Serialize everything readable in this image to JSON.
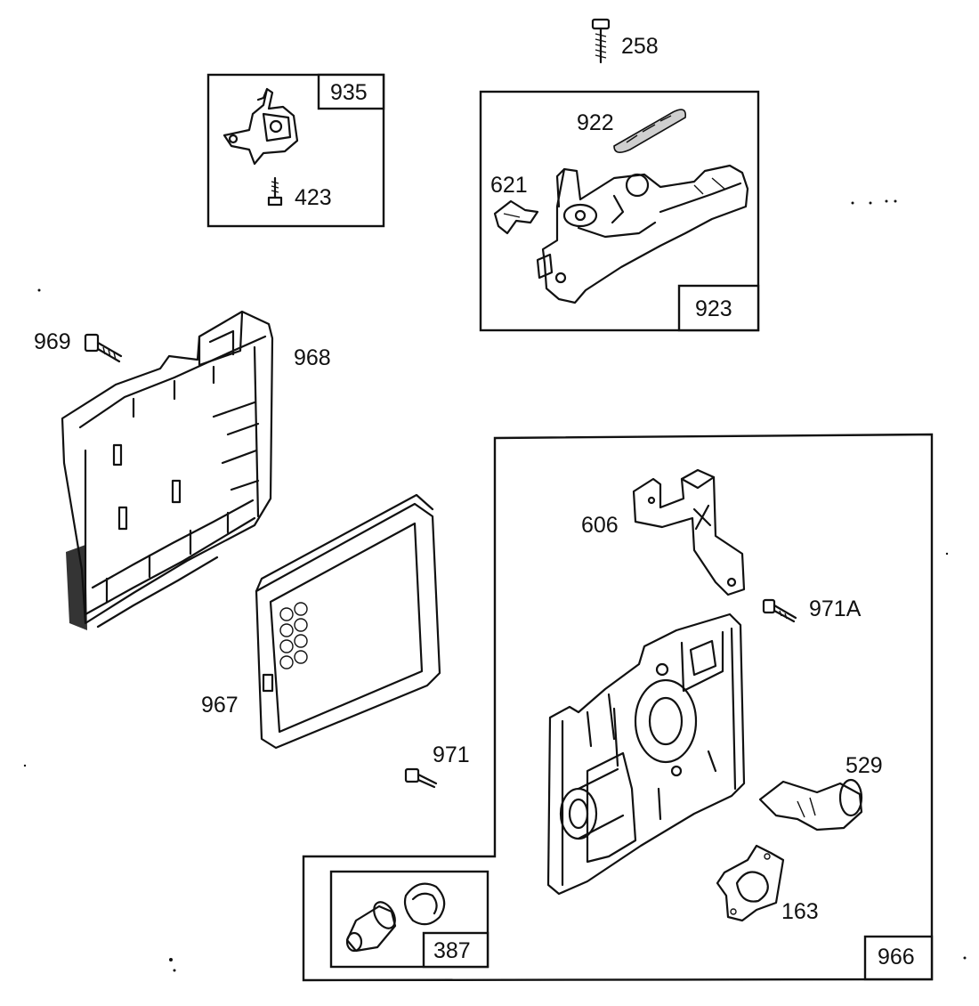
{
  "labels": {
    "p258": "258",
    "p935": "935",
    "p423": "423",
    "p922": "922",
    "p621": "621",
    "p923": "923",
    "p969": "969",
    "p968": "968",
    "p967": "967",
    "p606": "606",
    "p971A": "971A",
    "p971": "971",
    "p529": "529",
    "p163": "163",
    "p387": "387",
    "p966": "966"
  }
}
